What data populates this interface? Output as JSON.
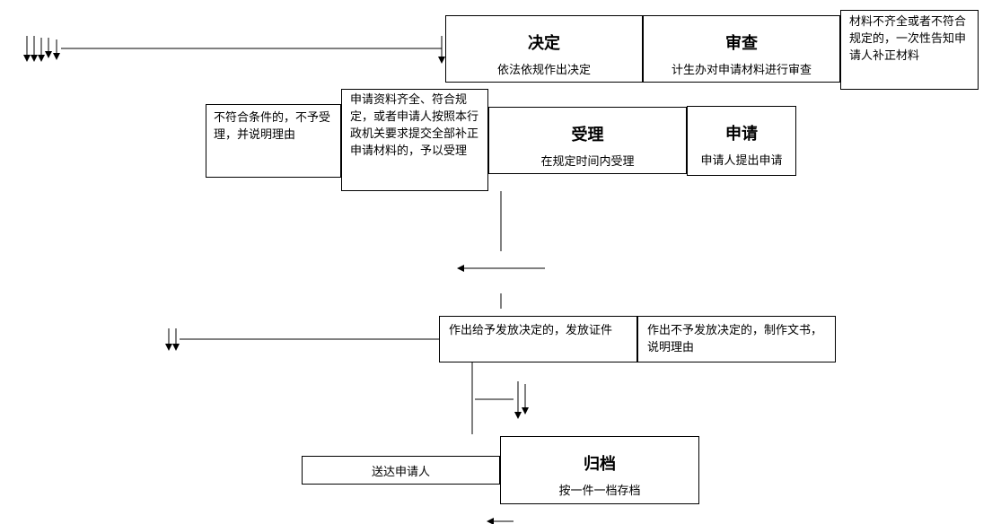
{
  "steps": {
    "decision": {
      "title": "决定",
      "subtitle": "依法依规作出决定"
    },
    "review": {
      "title": "审查",
      "subtitle": "计生办对申请材料进行审查"
    },
    "accept": {
      "title": "受理",
      "subtitle": "在规定时间内受理"
    },
    "apply": {
      "title": "申请",
      "subtitle": "申请人提出申请"
    },
    "archive": {
      "title": "归档",
      "subtitle": "按一件一档存档"
    }
  },
  "notes": {
    "incomplete": "材料不齐全或者不符合规定的，一次性告知申请人补正材料",
    "reject": "不符合条件的，不予受理，并说明理由",
    "complete": "申请资料齐全、符合规定，或者申请人按照本行政机关要求提交全部补正申请材料的，予以受理",
    "grant": "作出给予发放决定的，发放证件",
    "deny": "作出不予发放决定的，制作文书，说明理由",
    "deliver": "送达申请人"
  }
}
